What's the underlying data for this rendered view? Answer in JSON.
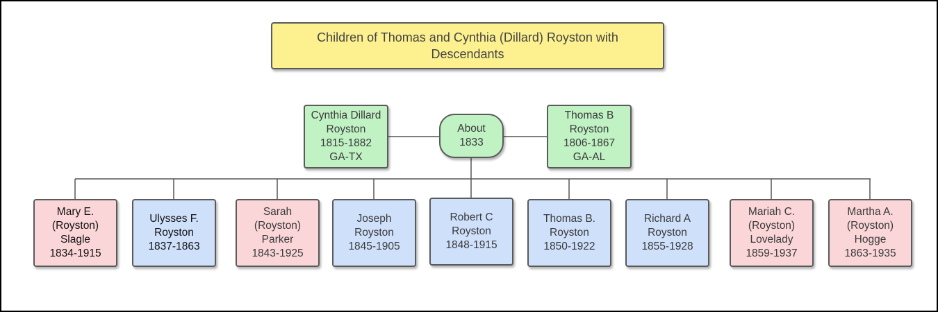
{
  "title": "Children of Thomas and Cynthia (Dillard) Royston with Descendants",
  "colors": {
    "title_fill": "#fdf08f",
    "parent_fill": "#c0f2c4",
    "daughter_fill": "#fbd6d8",
    "son_fill": "#cfe0fb",
    "border": "#5a5a5a",
    "connector": "#555555"
  },
  "mother": {
    "lines": [
      "Cynthia Dillard",
      "Royston",
      "1815-1882",
      "GA-TX"
    ]
  },
  "marriage": {
    "lines": [
      "About",
      "1833"
    ]
  },
  "father": {
    "lines": [
      "Thomas B",
      "Royston",
      "1806-1867",
      "GA-AL"
    ]
  },
  "children": [
    {
      "sex": "female",
      "lines": [
        "Mary E.",
        "(Royston)",
        "Slagle",
        "1834-1915"
      ]
    },
    {
      "sex": "male",
      "lines": [
        "Ulysses F.",
        "Royston",
        "1837-1863"
      ]
    },
    {
      "sex": "female",
      "lines": [
        "Sarah",
        "(Royston)",
        "Parker",
        "1843-1925"
      ]
    },
    {
      "sex": "male",
      "lines": [
        "Joseph",
        "Royston",
        "1845-1905"
      ]
    },
    {
      "sex": "male",
      "lines": [
        "Robert C",
        "Royston",
        "1848-1915"
      ]
    },
    {
      "sex": "male",
      "lines": [
        "Thomas B.",
        "Royston",
        "1850-1922"
      ]
    },
    {
      "sex": "male",
      "lines": [
        "Richard A",
        "Royston",
        "1855-1928"
      ]
    },
    {
      "sex": "female",
      "lines": [
        "Mariah C.",
        "(Royston)",
        "Lovelady",
        "1859-1937"
      ]
    },
    {
      "sex": "female",
      "lines": [
        "Martha A.",
        "(Royston)",
        "Hogge",
        "1863-1935"
      ]
    }
  ]
}
